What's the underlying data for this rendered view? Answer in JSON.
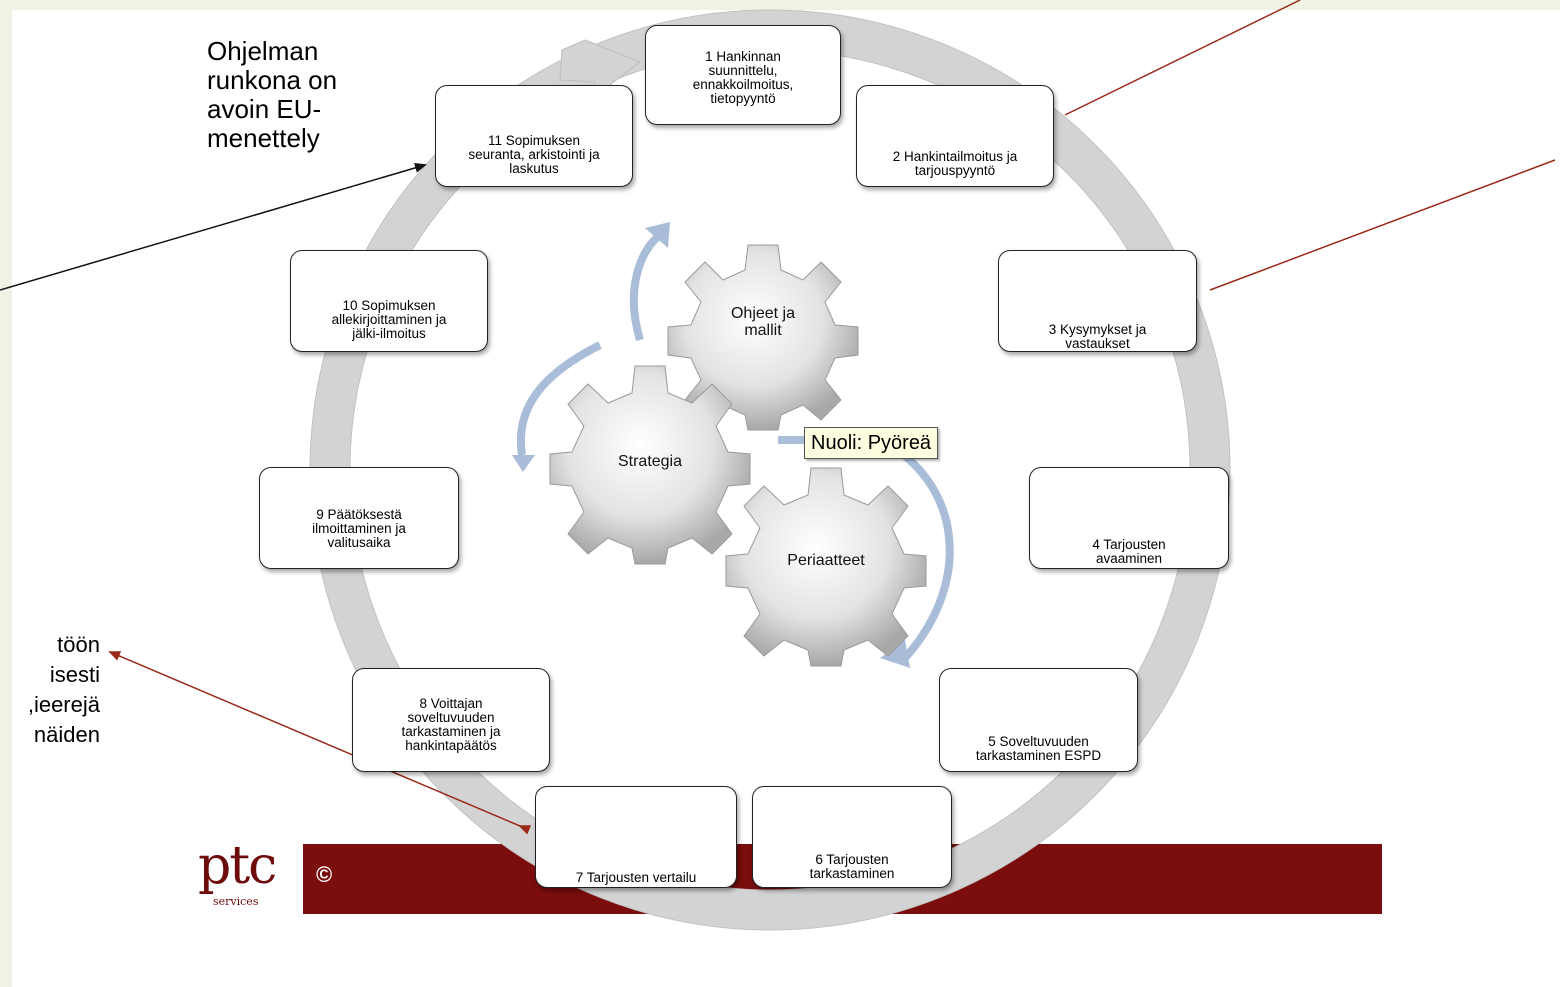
{
  "title_text": [
    "Ohjelman",
    "runkona on",
    "avoin EU-",
    "menettely"
  ],
  "left_text_fragments": [
    "töön",
    "isesti",
    "ieerejä,",
    "näiden"
  ],
  "steps": [
    {
      "id": "1",
      "text": [
        "1 Hankinnan",
        "suunnittelu,",
        "ennakkoilmoitus,",
        "tietopyyntö"
      ]
    },
    {
      "id": "2",
      "text": [
        "2 Hankintailmoitus ja",
        "tarjouspyyntö"
      ]
    },
    {
      "id": "3",
      "text": [
        "3 Kysymykset ja",
        "vastaukset"
      ]
    },
    {
      "id": "4",
      "text": [
        "4 Tarjousten",
        "avaaminen"
      ]
    },
    {
      "id": "5",
      "text": [
        "5 Soveltuvuuden",
        "tarkastaminen ESPD"
      ]
    },
    {
      "id": "6",
      "text": [
        "6 Tarjousten",
        "tarkastaminen"
      ]
    },
    {
      "id": "7",
      "text": [
        "7 Tarjousten vertailu"
      ]
    },
    {
      "id": "8",
      "text": [
        "8 Voittajan",
        "soveltuvuuden",
        "tarkastaminen ja",
        "hankintapäätös"
      ]
    },
    {
      "id": "9",
      "text": [
        "9 Päätöksestä",
        "ilmoittaminen ja",
        "valitusaika"
      ]
    },
    {
      "id": "10",
      "text": [
        "10 Sopimuksen",
        "allekirjoittaminen ja",
        "jälki-ilmoitus"
      ]
    },
    {
      "id": "11",
      "text": [
        "11 Sopimuksen",
        "seuranta, arkistointi ja",
        "laskutus"
      ]
    }
  ],
  "gears": {
    "top": [
      "Ohjeet ja",
      "mallit"
    ],
    "left": [
      "Strategia"
    ],
    "bottom": [
      "Periaatteet"
    ]
  },
  "tooltip": "Nuoli: Pyöreä",
  "logo": {
    "main": "ptc",
    "sub": "services",
    "copyright": "©"
  },
  "colors": {
    "bar": "#7b0d0d",
    "cycle_arrow": "#d6d6d6",
    "gear_arrow": "#a9bcd8",
    "red_line": "#9b2a1a"
  }
}
